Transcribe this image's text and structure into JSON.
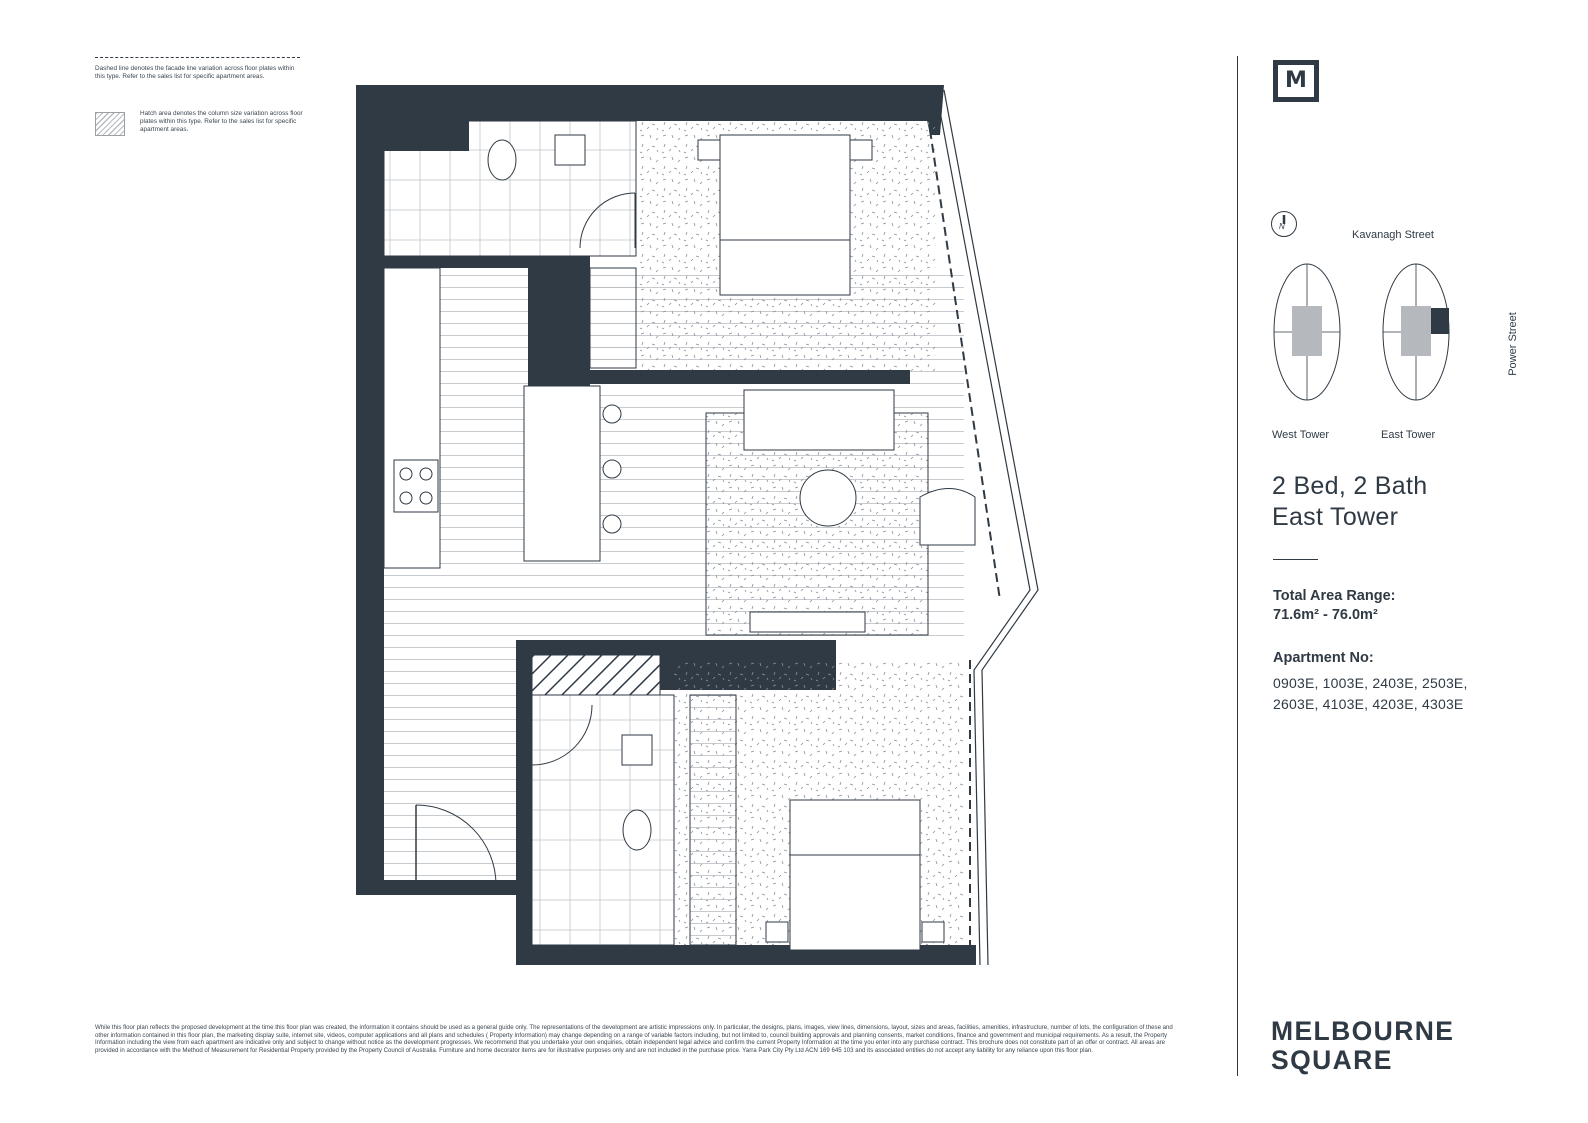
{
  "legend": {
    "dashed_line_text": "Dashed line denotes the facade line variation across floor plates within this type. Refer to the sales list for specific apartment areas.",
    "hatch_text": "Hatch area denotes the column size variation across floor plates within this type. Refer to the sales list for specific apartment areas."
  },
  "logo": {
    "letter": "M"
  },
  "compass": {
    "letter": "N"
  },
  "keyplan": {
    "street_top": "Kavanagh Street",
    "street_side": "Power Street",
    "west_label": "West Tower",
    "east_label": "East Tower"
  },
  "apartment": {
    "type_line1": "2 Bed, 2 Bath",
    "type_line2": "East Tower",
    "area_label": "Total Area Range:",
    "area_value": "71.6m² - 76.0m²",
    "aptno_label": "Apartment No:",
    "aptno_line1": "0903E, 1003E, 2403E, 2503E,",
    "aptno_line2": "2603E, 4103E, 4203E, 4303E"
  },
  "brand": {
    "line1": "MELBOURNE",
    "line2": "SQUARE"
  },
  "disclaimer": "While this floor plan reflects the proposed development at the time this floor plan was created, the information it contains should be used as a general guide only. The representations of the development are artistic impressions only. In particular, the designs, plans, images, view lines, dimensions, layout, sizes and areas, facilities, amenities, infrastructure, number of lots, the configuration of these and other information contained in this floor plan, the marketing display suite, internet site, videos, computer applications and all plans and schedules ( Property Information) may change depending on a range of variable factors including, but not limited to, council building approvals and planning consents, market conditions, finance and government and municipal requirements. As a result, the Property Information including the view from each apartment are indicative only and subject to change without notice as the development progresses. We recommend that you undertake your own enquiries, obtain independent legal advice and confirm the current Property Information at the time you enter into any purchase contract. This brochure does not constitute part of an offer or contract. All areas are provided in accordance with the Method of Measurement for Residential Property provided by the Property Council of Australia. Furniture and home decorator items are for illustrative purposes only and are not included in the purchase price. Yarra Park City Pty Ltd ACN 169 645 103 and its associated entities do not accept any liability for any reliance upon this floor plan.",
  "colors": {
    "wall": "#2f3a44",
    "line": "#8a9096",
    "keyplan_grey": "#b5b8bc"
  }
}
